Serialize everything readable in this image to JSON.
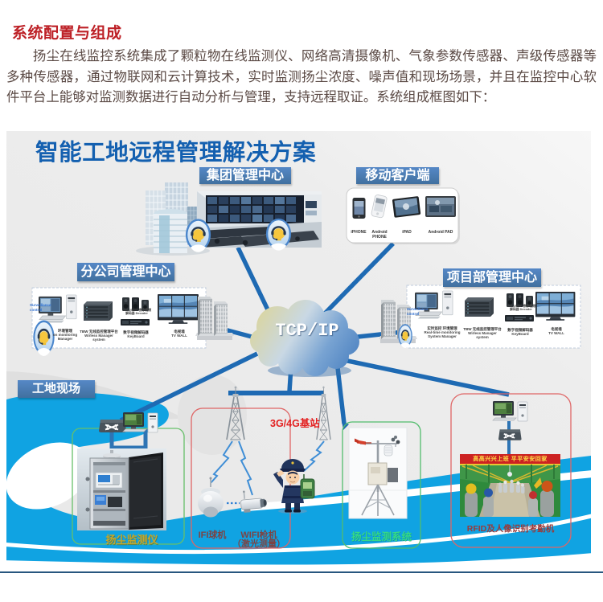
{
  "header": {
    "title": "系统配置与组成",
    "paragraph": "扬尘在线监控系统集成了颗粒物在线监测仪、网络高清摄像机、气象参数传感器、声级传感器等多种传感器，通过物联网和云计算技术，实时监测扬尘浓度、噪声值和现场场景，并且在监控中心软件平台上能够对监测数据进行自动分析与管理，支持远程取证。系统组成框图如下："
  },
  "diagram": {
    "title": "智能工地远程管理解决方案",
    "cloud_label": "TCP/IP",
    "centers": {
      "group": "集团管理中心",
      "mobile": "移动客户端",
      "branch": "分公司管理中心",
      "project": "项目部管理中心",
      "site": "工地现场"
    },
    "mobile_devices": [
      "iPHONE",
      "Android PHONE",
      "iPAD",
      "Android PAD"
    ],
    "branch_items": [
      {
        "cn": "环境管理",
        "en": "on monitoring Manager"
      },
      {
        "cn": "TBW 无线监控管理平台",
        "en": "Wirless Manager system"
      },
      {
        "cn": "数字视频解码器",
        "en": "KeyBoard"
      },
      {
        "cn": "电视墙",
        "en": "TV WALL"
      }
    ],
    "project_items": [
      {
        "cn": "实时监控 环境管理",
        "en": "Real-time monitoring System Manager"
      },
      {
        "cn": "TBW 无线监控管理平台",
        "en": "Wirless Manager system"
      },
      {
        "cn": "数字视频解码器",
        "en": "KeyBoard"
      },
      {
        "cn": "电视墙",
        "en": "TV WALL"
      }
    ],
    "surveillance_note": "Surveillance control",
    "decoder_note": "TBS-2500H 数字视频解码器 Decoder",
    "site_labels": {
      "base_station": "3G/4G基站",
      "dust_monitor": "扬尘监测仪",
      "dome_camera": "IFI球机",
      "gun_camera": "WIFI枪机",
      "gun_camera2": "（激光测量）",
      "dust_system": "扬尘监测系统",
      "rfid": "RFID及人像识别考勤机",
      "banner": "高高兴兴上班 平平安安回家"
    },
    "colors": {
      "heading_red": "#bd2026",
      "body_text": "#5b4a45",
      "title_blue": "#1460b0",
      "label_blue": "#4a7dbd",
      "line_blue": "#1e6ab3",
      "cyan_band": "#10a3e2",
      "green_border": "#5fbf70",
      "red_border": "#df6666",
      "dust_label_yellow": "#b09a28",
      "dust_system_green": "#35d988",
      "rfid_label_red": "#993a3a"
    }
  }
}
